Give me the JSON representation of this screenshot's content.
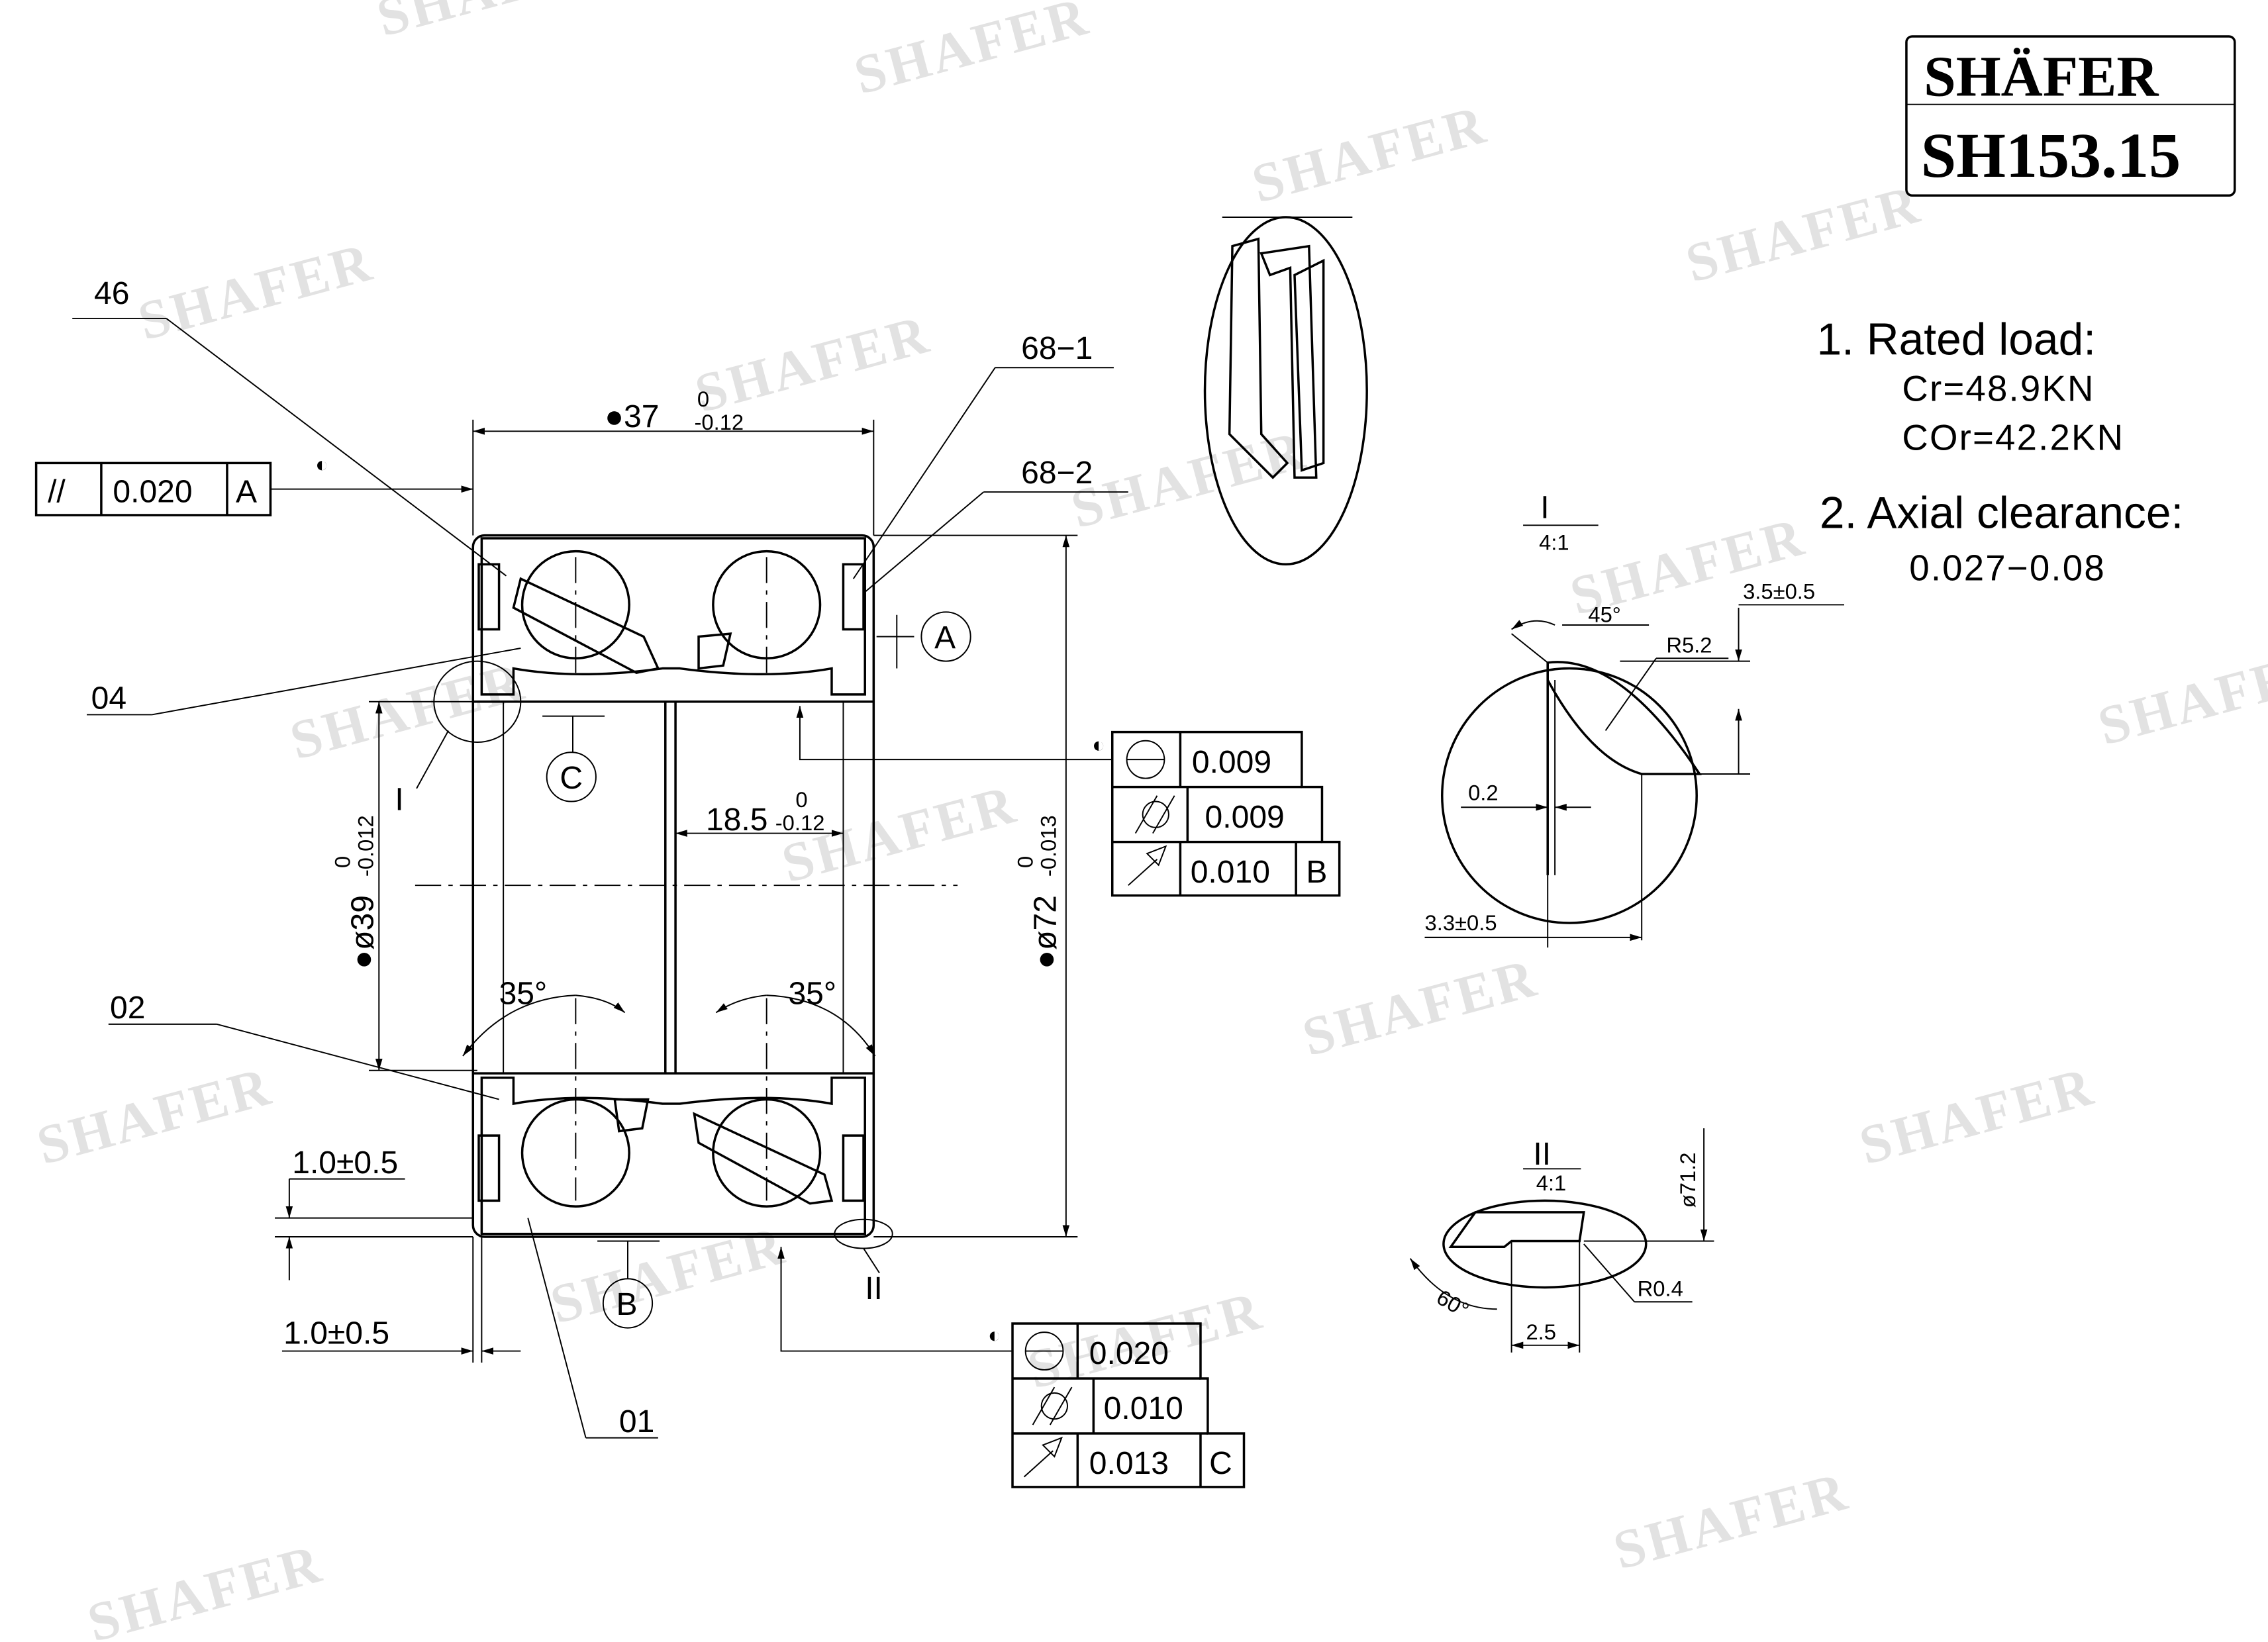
{
  "watermark": "SHAFER",
  "logo": {
    "brand": "SHÄFER",
    "part_number": "SH153.15"
  },
  "specs": {
    "rated_load_title": "1. Rated load:",
    "cr": "Cr=48.9KN",
    "cor": "COr=42.2KN",
    "axial_title": "2. Axial clearance:",
    "axial_value": "0.027−0.08"
  },
  "callouts": {
    "c46": "46",
    "c68_1": "68−1",
    "c68_2": "68−2",
    "c04": "04",
    "c02": "02",
    "c01": "01",
    "view_I": "I",
    "view_II": "II",
    "datum_A": "A",
    "datum_B": "B",
    "datum_C": "C"
  },
  "dimensions": {
    "width": "●37",
    "width_tol_upper": "0",
    "width_tol_lower": "-0.12",
    "inner_width": "18.5",
    "inner_width_tol_upper": "0",
    "inner_width_tol_lower": "-0.12",
    "bore": "●ø39",
    "bore_tol_upper": "0",
    "bore_tol_lower": "-0.012",
    "outer": "●ø72",
    "outer_tol_upper": "0",
    "outer_tol_lower": "-0.013",
    "angle_left": "35°",
    "angle_right": "35°",
    "chamfer_top": "1.0±0.5",
    "chamfer_bottom": "1.0±0.5"
  },
  "tolerance_frames": {
    "top": {
      "symbol": "//",
      "value": "0.020",
      "datum": "A"
    },
    "right": [
      {
        "symbol": "circularity",
        "value": "0.009"
      },
      {
        "symbol": "cylindricity",
        "value": "0.009"
      },
      {
        "symbol": "runout",
        "value": "0.010",
        "datum": "B"
      }
    ],
    "bottom": [
      {
        "symbol": "circularity",
        "value": "0.020"
      },
      {
        "symbol": "cylindricity",
        "value": "0.010"
      },
      {
        "symbol": "runout",
        "value": "0.013",
        "datum": "C"
      }
    ]
  },
  "detail_I": {
    "title": "I",
    "scale": "4:1",
    "angle": "45°",
    "height": "3.5±0.5",
    "radius": "R5.2",
    "gap": "0.2",
    "width": "3.3±0.5"
  },
  "detail_II": {
    "title": "II",
    "scale": "4:1",
    "diameter": "ø71.2",
    "radius": "R0.4",
    "angle": "60°",
    "width": "2.5"
  }
}
